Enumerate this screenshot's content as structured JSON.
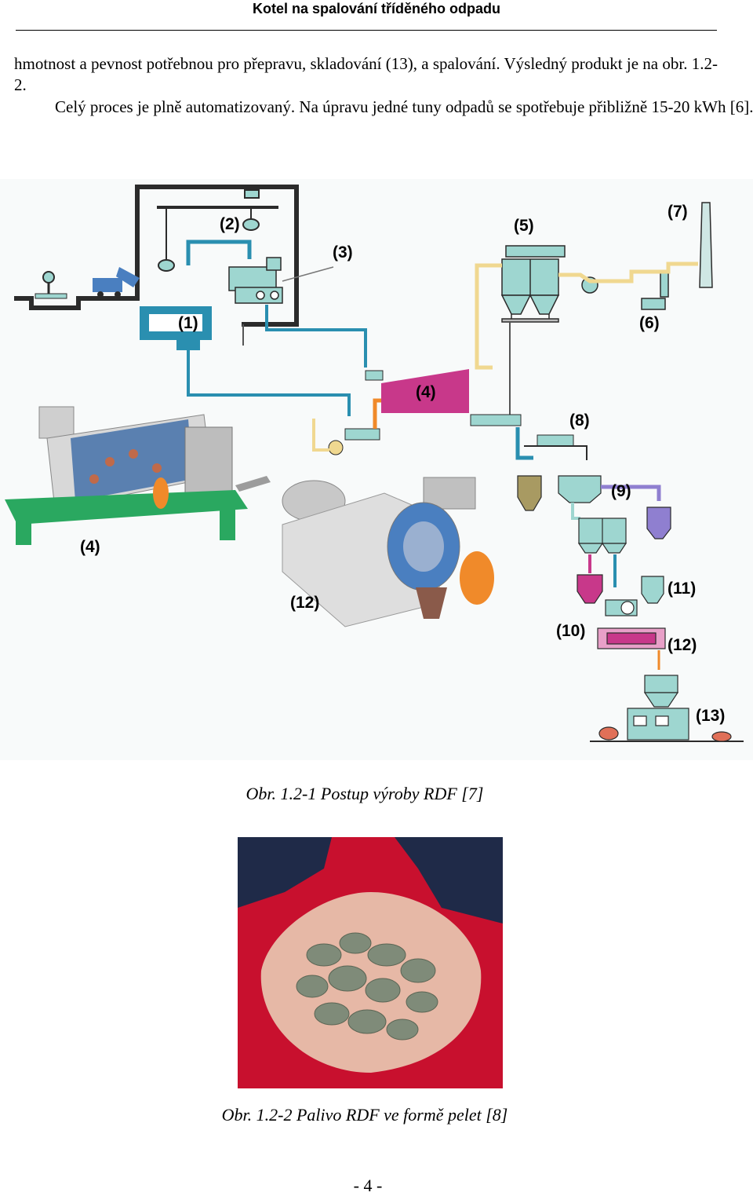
{
  "header": {
    "title": "Kotel na spalování tříděného odpadu"
  },
  "body": {
    "paragraph1": "hmotnost a pevnost potřebnou pro přepravu, skladování (13), a spalování. Výsledný produkt je na obr. 1.2-2.",
    "paragraph2": "Celý proces je plně automatizovaný. Na úpravu jedné tuny odpadů se spotřebuje přibližně 15-20 kWh [6]."
  },
  "figure1": {
    "caption": "Obr. 1.2-1 Postup výroby RDF [7]",
    "labels": {
      "l1": "(1)",
      "l2": "(2)",
      "l3": "(3)",
      "l4a": "(4)",
      "l4b": "(4)",
      "l5": "(5)",
      "l6": "(6)",
      "l7": "(7)",
      "l8": "(8)",
      "l9": "(9)",
      "l10": "(10)",
      "l11": "(11)",
      "l12a": "(12)",
      "l12b": "(12)",
      "l13": "(13)"
    },
    "colors": {
      "flow_blue": "#2a8fb0",
      "hopper_teal": "#9ed6d0",
      "magenta": "#c8388a",
      "yellow": "#f0d890",
      "frame": "#2b2b2b",
      "green": "#2aa860",
      "gray": "#bdbdbd",
      "orange": "#f08a2a",
      "violet": "#8f7fd0",
      "olive": "#a89a62",
      "red_product": "#e07058"
    }
  },
  "figure2": {
    "caption": "Obr. 1.2-2 Palivo RDF ve formě pelet [8]",
    "photo_bg": "#c8102e",
    "photo_sleeve": "#1f2a48",
    "photo_skin": "#e6b8a6",
    "photo_pellets": "#7f8b79"
  },
  "footer": {
    "page": "- 4 -"
  }
}
